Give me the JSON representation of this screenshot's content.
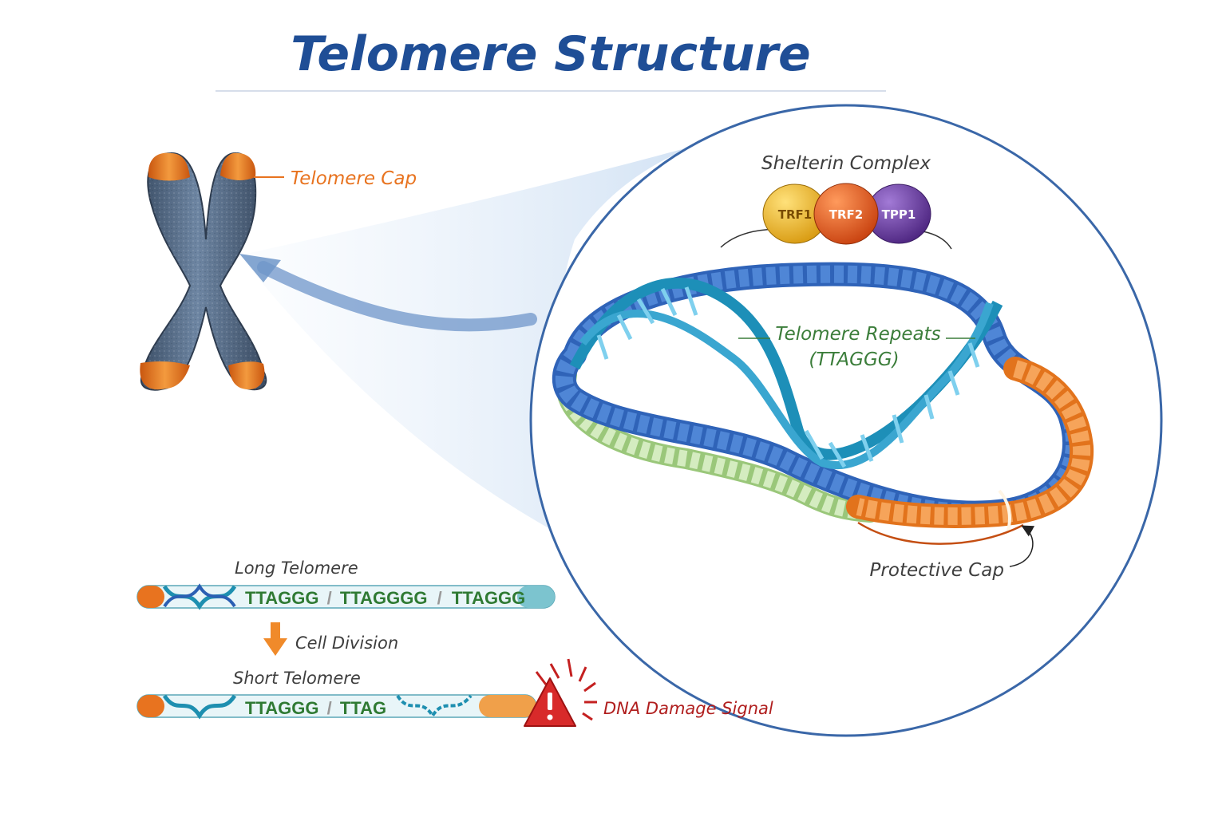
{
  "title": "Telomere Structure",
  "chromosome": {
    "cap_label": "Telomere Cap"
  },
  "zoom": {
    "shelterin_label": "Shelterin Complex",
    "proteins": [
      "TRF1",
      "TRF2",
      "TPP1"
    ],
    "repeats_label": "Telomere Repeats",
    "repeats_sequence": "(TTAGGG)",
    "cap_label": "Protective Cap"
  },
  "shortening": {
    "long_label": "Long Telomere",
    "long_segments": [
      "TTAGGG",
      "TTAGGGG",
      "TTAGGG"
    ],
    "separator": "/",
    "division_label": "Cell Division",
    "short_label": "Short Telomere",
    "short_segments": [
      "TTAGGG",
      "TTAG"
    ],
    "damage_label": "DNA Damage Signal",
    "damage_icon": "warning-icon"
  },
  "colors": {
    "title": "#1f4e96",
    "cap": "#e8731f",
    "repeats": "#3b7d3a",
    "damage": "#b01e1e",
    "trf1": "#f0b624",
    "trf2": "#e65a26",
    "tpp1": "#6a3aa0",
    "chromosome": "#4f6680"
  }
}
